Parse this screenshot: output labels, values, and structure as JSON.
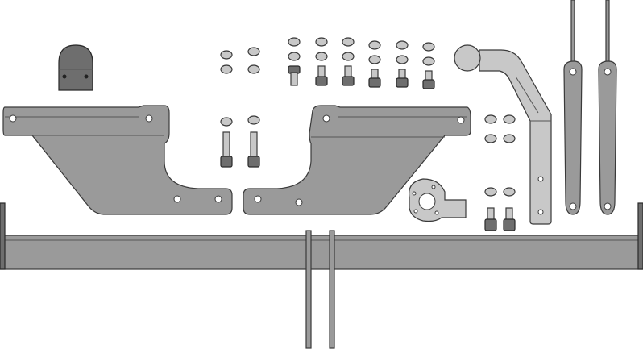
{
  "image": {
    "width": 798,
    "height": 433,
    "background": "#ffffff"
  },
  "parts": {
    "socket_cover": "dome-cap",
    "left_bracket": "mounting-bracket",
    "right_bracket": "mounting-bracket",
    "center_bolts": "bolt-set",
    "hardware_rows": "washer-and-nut-set",
    "tow_ball_arm": "tow-ball-neck",
    "socket_plate": "electrical-socket-plate",
    "side_bolts": "bolt-set",
    "straps": "support-strap-pair",
    "crossbar": "main-crossbar"
  },
  "colors": {
    "steel": "#9a9a9a",
    "steel_light": "#c8c8c8",
    "steel_dark": "#6e6e6e",
    "outline": "#3a3a3a"
  }
}
